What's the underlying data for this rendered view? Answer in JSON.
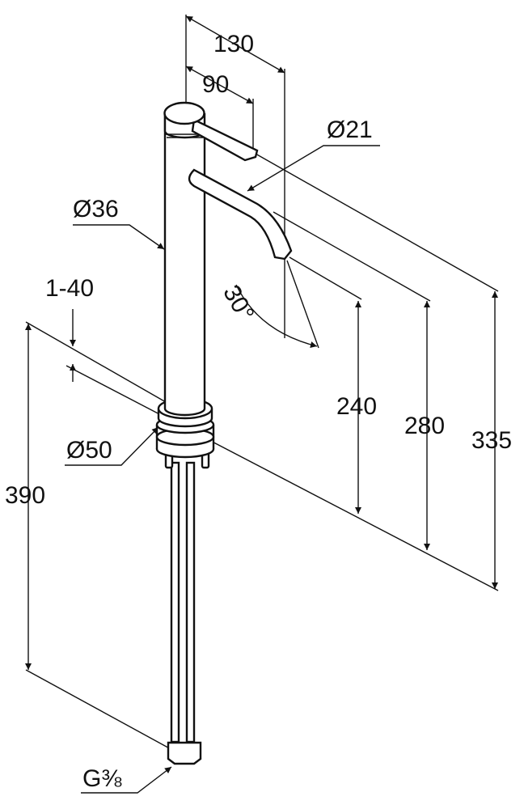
{
  "drawing": {
    "dimensions": {
      "spout_reach": "130",
      "lever_reach": "90",
      "spout_diameter": "Ø21",
      "body_diameter": "Ø36",
      "countertop_thickness": "1-40",
      "angle": "30°",
      "base_diameter": "Ø50",
      "spout_height": "240",
      "outlet_height": "280",
      "total_height": "335",
      "hose_length": "390",
      "connection_thread": "G⅜"
    }
  }
}
